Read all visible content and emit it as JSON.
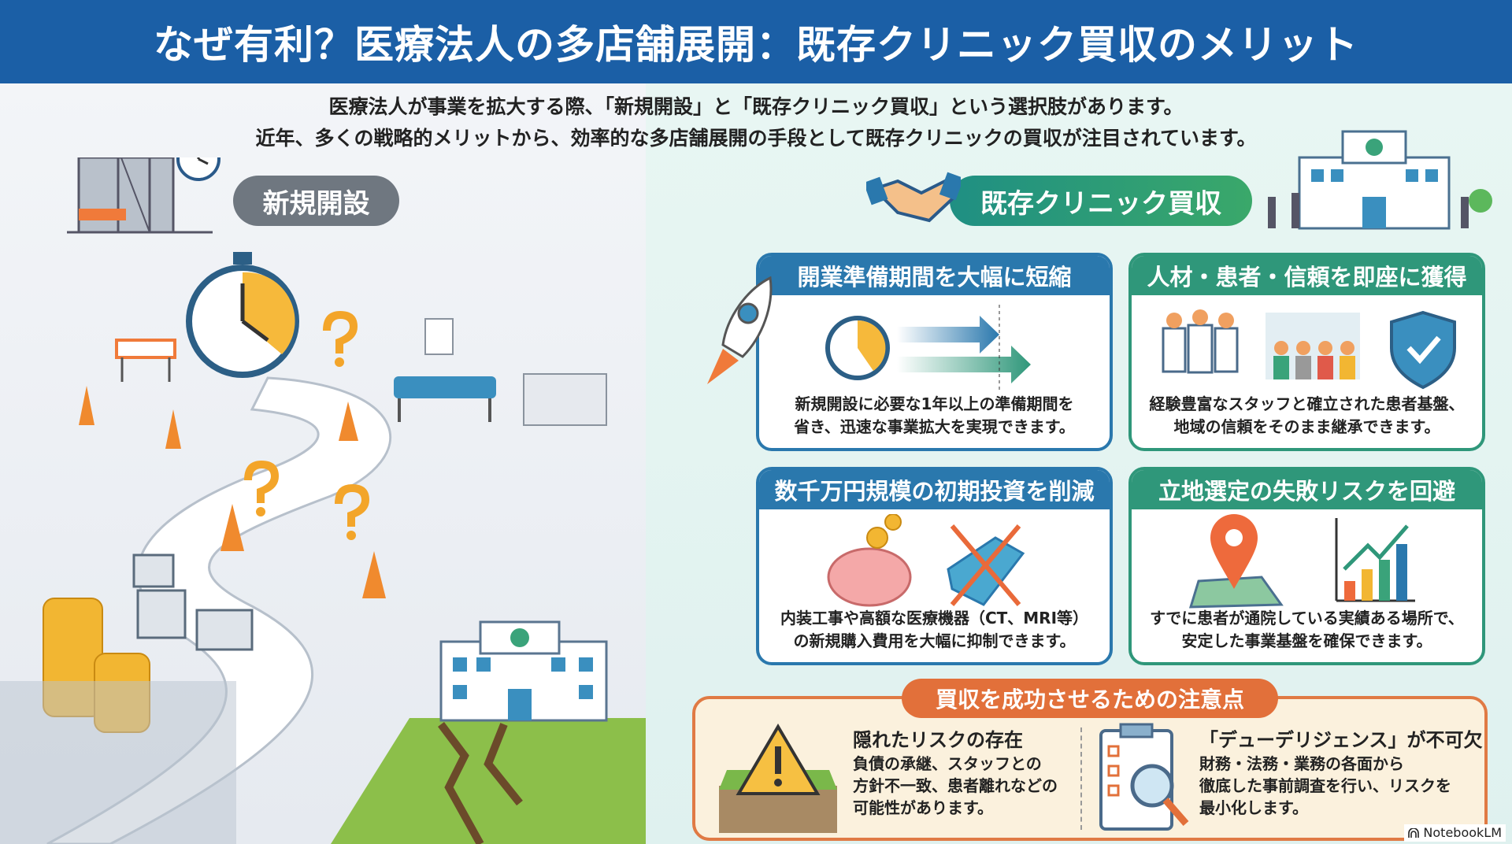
{
  "header": {
    "title": "なぜ有利？医療法人の多店舗展開：既存クリニック買収のメリット"
  },
  "intro": {
    "line1": "医療法人が事業を拡大する際、「新規開設」と「既存クリニック買収」という選択肢があります。",
    "line2": "近年、多くの戦略的メリットから、効率的な多店舗展開の手段として既存クリニックの買収が注目されています。"
  },
  "left": {
    "label": "新規開設"
  },
  "right": {
    "label": "既存クリニック買収"
  },
  "cards": [
    {
      "title": "開業準備期間を大幅に短縮",
      "text1": "新規開設に必要な1年以上の準備期間を",
      "text2": "省き、迅速な事業拡大を実現できます。"
    },
    {
      "title": "人材・患者・信頼を即座に獲得",
      "text1": "経験豊富なスタッフと確立された患者基盤、",
      "text2": "地域の信頼をそのまま継承できます。"
    },
    {
      "title": "数千万円規模の初期投資を削減",
      "text1": "内装工事や高額な医療機器（CT、MRI等）",
      "text2": "の新規購入費用を大幅に抑制できます。"
    },
    {
      "title": "立地選定の失敗リスクを回避",
      "text1": "すでに患者が通院している実績ある場所で、",
      "text2": "安定した事業基盤を確保できます。"
    }
  ],
  "caution": {
    "title": "買収を成功させるための注意点",
    "items": [
      {
        "heading": "隠れたリスクの存在",
        "lines": [
          "負債の承継、スタッフとの",
          "方針不一致、患者離れなどの",
          "可能性があります。"
        ]
      },
      {
        "heading": "「デューデリジェンス」が不可欠",
        "lines": [
          "財務・法務・業務の各面から",
          "徹底した事前調査を行い、リスクを",
          "最小化します。"
        ]
      }
    ]
  },
  "watermark": "NotebookLM",
  "colors": {
    "header": "#1b5fa6",
    "blue": "#2a78ad",
    "green": "#2f977a",
    "orange": "#e2703a"
  }
}
